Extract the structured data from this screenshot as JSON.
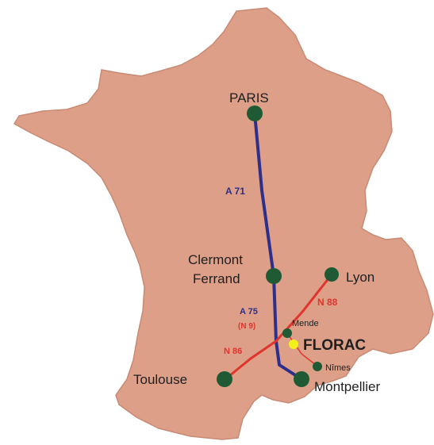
{
  "colors": {
    "land": "#dd9f88",
    "land_edge": "#c98a74",
    "motorway": "#2d2f8a",
    "national_road": "#e0342c",
    "city_dot": "#1f5a34",
    "destination_dot": "#f2f21a",
    "motorway_label": "#2d2f8a",
    "national_label": "#e0342c"
  },
  "cities": {
    "paris": "PARIS",
    "clermont_line1": "Clermont",
    "clermont_line2": "Ferrand",
    "lyon": "Lyon",
    "mende": "Mende",
    "florac": "FLORAC",
    "nimes": "Nîmes",
    "toulouse": "Toulouse",
    "montpellier": "Montpellier"
  },
  "roads": {
    "a71": "A 71",
    "a75": "A 75",
    "n9": "(N 9)",
    "n88": "N 88",
    "n86": "N 86"
  }
}
